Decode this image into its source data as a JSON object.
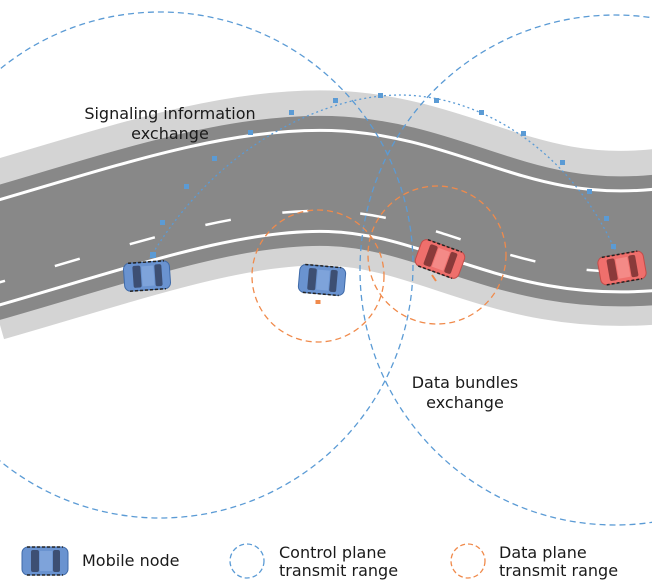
{
  "labels": {
    "signaling_line1": "Signaling information",
    "signaling_line2": "exchange",
    "bundles_line1": "Data bundles",
    "bundles_line2": "exchange"
  },
  "legend": {
    "mobile_node": "Mobile node",
    "control_line1": "Control plane",
    "control_line2": "transmit range",
    "data_line1": "Data plane",
    "data_line2": "transmit range"
  },
  "colors": {
    "control_range": "#5b9bd5",
    "data_range": "#f08a4b",
    "road_asphalt": "#888888",
    "road_shoulder": "#d4d4d4",
    "blue_car": "#6a93d0",
    "red_car": "#ef6f6c"
  },
  "icons": {
    "blue_car": "mobile-node-car-icon",
    "red_car": "data-carrier-car-icon"
  }
}
